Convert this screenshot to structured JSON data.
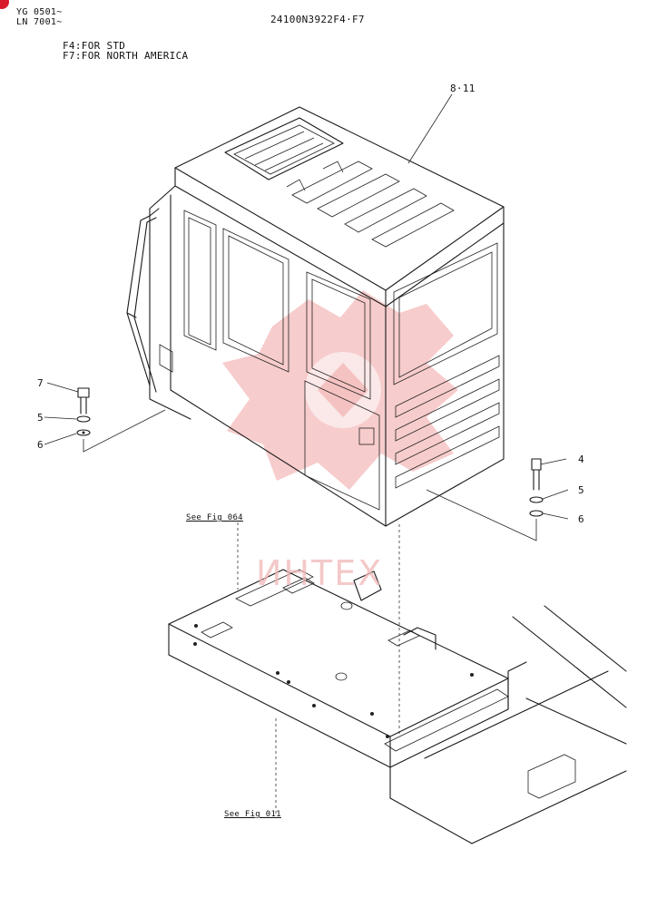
{
  "header": {
    "serial_line_1": "YG 0501~",
    "serial_line_2": "LN 7001~",
    "drawing_number": "24100N3922F4·F7",
    "note_f4": "F4:FOR STD",
    "note_f7": "F7:FOR NORTH AMERICA"
  },
  "callouts": {
    "cab": "8·11",
    "bolt_left": "7",
    "washer_left": "5",
    "plate_left": "6",
    "bolt_right": "4",
    "washer_right": "5",
    "plate_right": "6"
  },
  "references": {
    "fig_064": "See Fig 064",
    "fig_011": "See Fig 011"
  },
  "watermark": {
    "text": "ИНТЕХ",
    "color": "#f1a3a3"
  }
}
